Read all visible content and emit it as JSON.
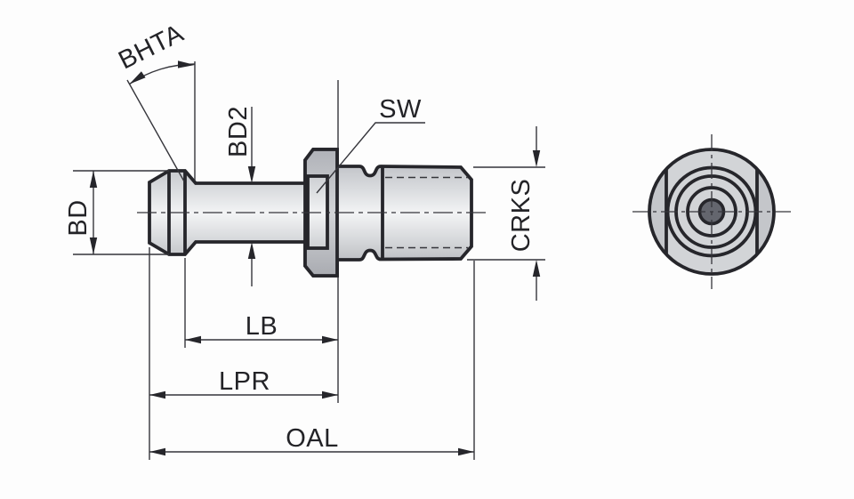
{
  "drawing": {
    "title": "Pull stud / retention knob dimensional drawing, side view and end view",
    "labels": {
      "bhta": "BHTA",
      "bd": "BD",
      "bd2": "BD2",
      "sw": "SW",
      "crks": "CRKS",
      "lb": "LB",
      "lpr": "LPR",
      "oal": "OAL"
    },
    "colors": {
      "background": "#fdfdfd",
      "outline": "#26262b",
      "thin-line": "#35353b",
      "text": "#232327",
      "metal-edge": "#b3b5bb",
      "metal-soft": "#d8dadd",
      "metal-high": "#f3f4f5",
      "metal-soft2": "#d4d6d9",
      "metal-edge2": "#aaacb2",
      "flange-edge": "#b0b2b8",
      "flange-high": "#d2d4d7",
      "flange-edge2": "#a8aab0",
      "end-disk": "#d2d4d7",
      "end-crescent": "#c4c6ca",
      "end-ring50": "#caccd0",
      "end-ring40": "#b8babf",
      "end-ring27": "#aeb0b5",
      "end-hole": "#64666e"
    }
  }
}
